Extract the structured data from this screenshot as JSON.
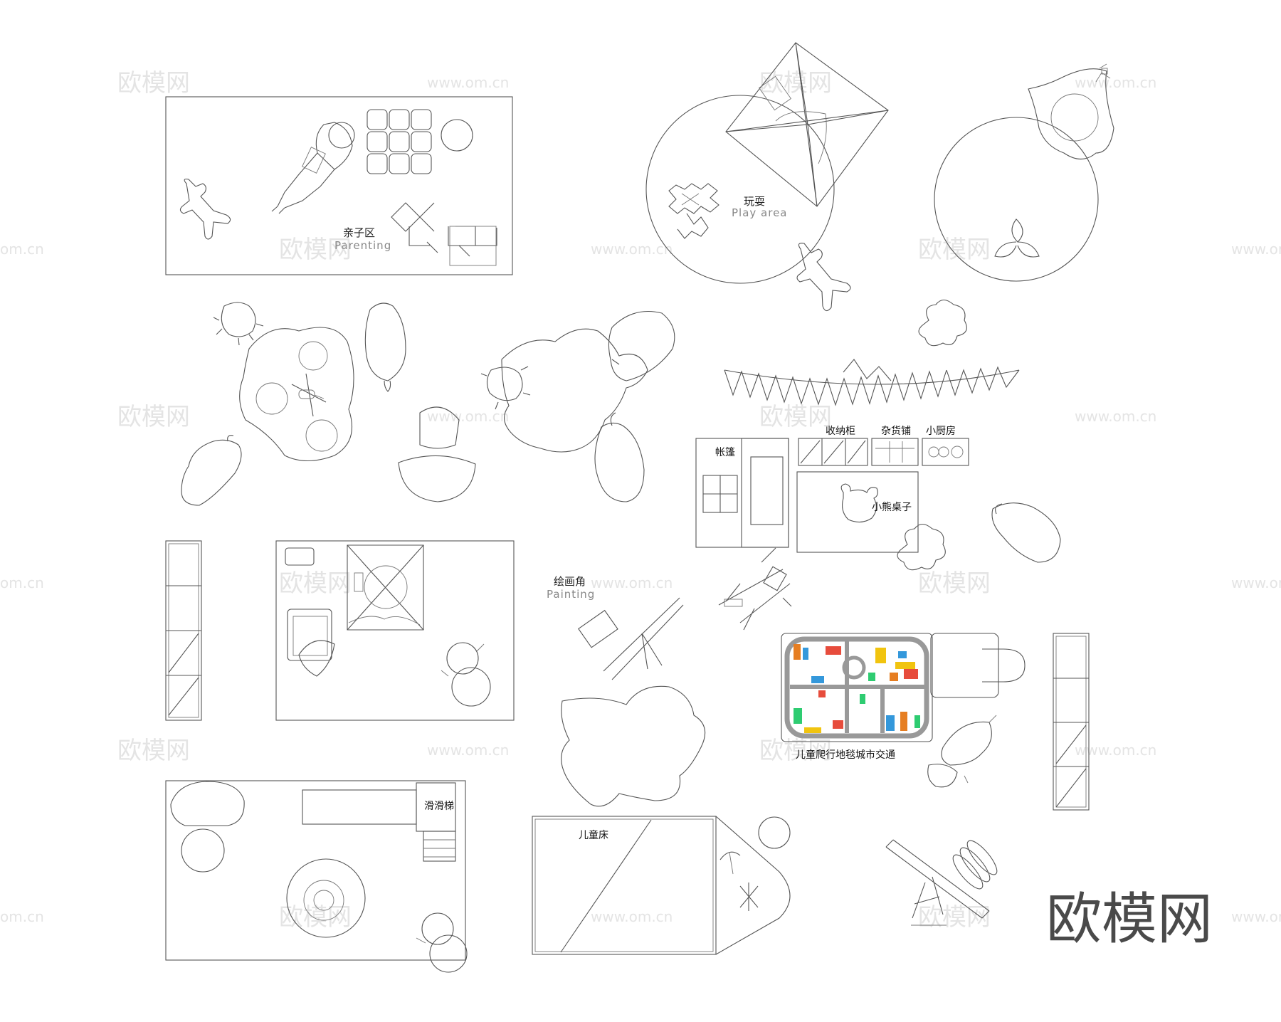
{
  "watermarks": {
    "brand": "欧模网",
    "url": "www.om.cn",
    "url_short": "om.cn"
  },
  "zones": {
    "parenting": {
      "zh": "亲子区",
      "en": "Parenting"
    },
    "play": {
      "zh": "玩耍",
      "en": "Play  area"
    },
    "painting": {
      "zh": "绘画角",
      "en": "Painting"
    }
  },
  "labels": {
    "tent": "帐篷",
    "storage": "收纳柜",
    "grocery": "杂货铺",
    "kitchen": "小厨房",
    "bear_table": "小熊桌子",
    "slide": "滑滑梯",
    "kids_bed": "儿童床",
    "mat": "儿童爬行地毯城市交通"
  },
  "logo": "欧模网",
  "colors": {
    "line": "#555555",
    "watermark": "#e4e4e4",
    "mat_red": "#e74c3c",
    "mat_blue": "#3498db",
    "mat_green": "#2ecc71",
    "mat_yellow": "#f1c40f",
    "mat_orange": "#e67e22"
  }
}
